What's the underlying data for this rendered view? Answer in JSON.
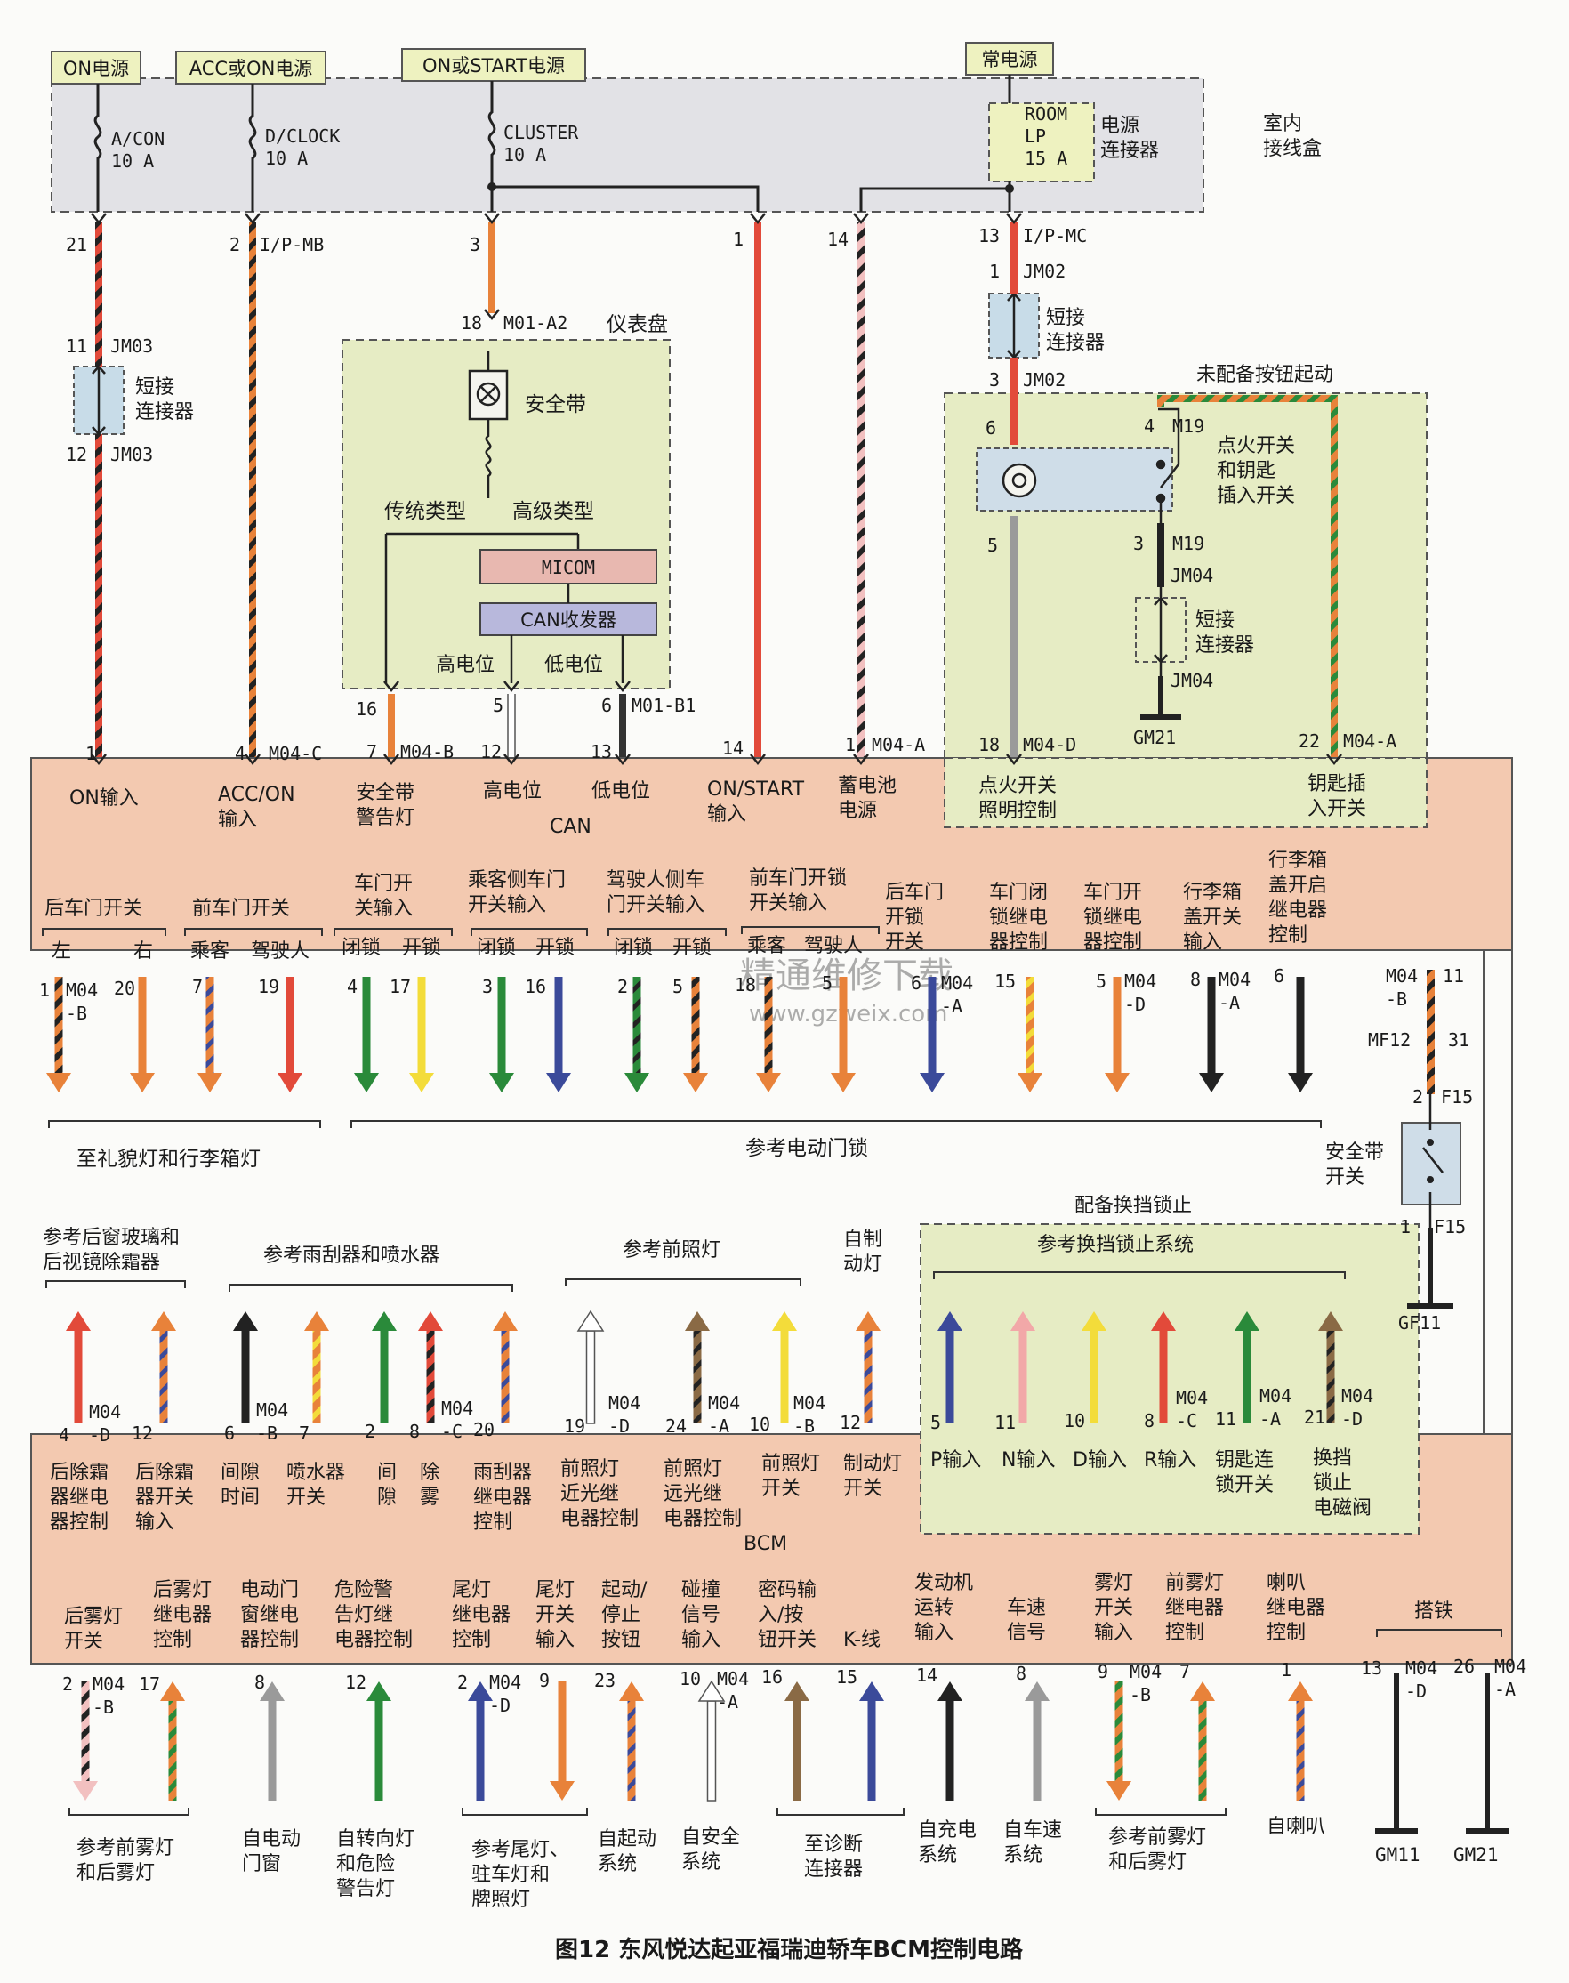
{
  "top_labels": {
    "on_power": "ON电源",
    "acc_on_power": "ACC或ON电源",
    "on_start_power": "ON或START电源",
    "constant_power": "常电源"
  },
  "fuses": {
    "acon": [
      "A/CON",
      "10 A"
    ],
    "dclock": [
      "D/CLOCK",
      "10 A"
    ],
    "cluster": [
      "CLUSTER",
      "10 A"
    ],
    "room": [
      "ROOM",
      "LP",
      "15 A"
    ]
  },
  "junction_box": {
    "connector_label": [
      "电源",
      "连接器"
    ],
    "box_label": [
      "室内",
      "接线盒"
    ]
  },
  "pin_labels": {
    "p21": "21",
    "p2": "2",
    "ipmb": "I/P-MB",
    "p3": "3",
    "p1": "1",
    "p14": "14",
    "p13": "13",
    "ipmc": "I/P-MC",
    "p11": "11",
    "jm03a": "JM03",
    "p12": "12",
    "jm03b": "JM03",
    "p18": "18",
    "m01a2": "M01-A2",
    "jm02p1": "1",
    "jm02a": "JM02",
    "jm02p3": "3",
    "jm02b": "JM02",
    "m19p4": "4",
    "m19a": "M19",
    "m19p3": "3",
    "m19b": "M19",
    "m19p6": "6",
    "m19p5": "5",
    "jm04a": "JM04",
    "jm04b": "JM04",
    "gm21": "GM21",
    "p16": "16",
    "p5": "5",
    "p6": "6",
    "m01b1": "M01-B1",
    "b1": "1",
    "b4": "4",
    "m04c": "M04-C",
    "b7": "7",
    "m04b": "M04-B",
    "b12": "12",
    "b13": "13",
    "b14": "14",
    "b1b": "1",
    "m04a": "M04-A",
    "b18": "18",
    "m04d": "M04-D",
    "b22": "22",
    "m04a2": "M04-A"
  },
  "cluster": {
    "title": "仪表盘",
    "seatbelt": "安全带",
    "traditional": "传统类型",
    "advanced": "高级类型",
    "micom": "MICOM",
    "can_transceiver": "CAN收发器",
    "high": "高电位",
    "low": "低电位"
  },
  "short_connector": [
    "短接",
    "连接器"
  ],
  "ignition": {
    "no_button_start": "未配备按钮起动",
    "switch_label": [
      "点火开关",
      "和钥匙",
      "插入开关"
    ]
  },
  "bcm_top_inputs": [
    [
      "ON输入"
    ],
    [
      "ACC/ON",
      "输入"
    ],
    [
      "安全带",
      "警告灯"
    ],
    [
      "高电位",
      "低电位",
      "CAN"
    ],
    [
      "ON/START",
      "输入"
    ],
    [
      "蓄电池",
      "电源"
    ],
    [
      "点火开关",
      "照明控制"
    ],
    [
      "钥匙插",
      "入开关"
    ]
  ],
  "door_row": {
    "rear_door": "后车门开关",
    "left": "左",
    "right": "右",
    "front_door": "前车门开关",
    "passenger": "乘客",
    "driver": "驾驶人",
    "door_switch_input": [
      "车门开",
      "关输入"
    ],
    "lock": "闭锁",
    "unlock": "开锁",
    "pass_door": [
      "乘客侧车门",
      "开关输入"
    ],
    "driver_door": [
      "驾驶人侧车",
      "门开关输入"
    ],
    "front_lock": [
      "前车门开锁",
      "开关输入"
    ],
    "rear_unlock": [
      "后车门",
      "开锁",
      "开关"
    ],
    "lock_relay": [
      "车门闭",
      "锁继电",
      "器控制"
    ],
    "unlock_relay": [
      "车门开",
      "锁继电",
      "器控制"
    ],
    "trunk_sw": [
      "行李箱",
      "盖开关",
      "输入"
    ],
    "trunk_relay": [
      "行李箱",
      "盖开启",
      "继电器",
      "控制"
    ]
  },
  "row2_pins": {
    "a1": "1",
    "am04b": "M04",
    "am04b2": "-B",
    "a20": "20",
    "a7": "7",
    "a19": "19",
    "a4": "4",
    "a17": "17",
    "a3": "3",
    "a16": "16",
    "a2": "2",
    "a5": "5",
    "a18": "18",
    "a5b": "5",
    "a6": "6",
    "am04a": "M04",
    "am04a2": "-A",
    "a15": "15",
    "a5c": "5",
    "am04d": "M04",
    "am04d2": "-D",
    "a8": "8",
    "am04a3": "M04",
    "am04a4": "-A",
    "a6b": "6",
    "am04b3": "M04",
    "am04b4": "-B",
    "a11": "11",
    "mf12": "MF12",
    "a31": "31",
    "a2b": "2",
    "f15": "F15",
    "a1b": "1",
    "f15b": "F15",
    "gf11": "GF11"
  },
  "seatbelt_switch": [
    "安全带",
    "开关"
  ],
  "ref_interior": "至礼貌灯和行李箱灯",
  "ref_door_lock": "参考电动门锁",
  "watermark": [
    "精通维修下载",
    "www.gzweix.com"
  ],
  "mid_refs": {
    "defrost": [
      "参考后窗玻璃和",
      "后视镜除霜器"
    ],
    "wiper": "参考雨刮器和喷水器",
    "headlamp": "参考前照灯",
    "auto_light": [
      "自制",
      "动灯"
    ],
    "shift_lock_opt": "配备换挡锁止",
    "shift_lock_ref": "参考换挡锁止系统"
  },
  "row3_pins": {
    "c4": "4",
    "cm04d": "M04",
    "cm04d2": "-D",
    "c12": "12",
    "c6": "6",
    "cm04b": "M04",
    "cm04b2": "-B",
    "c7": "7",
    "c2": "2",
    "c8": "8",
    "cm04c": "M04",
    "cm04c2": "-C",
    "c20": "20",
    "c19": "19",
    "cm04d3": "M04",
    "cm04d4": "-D",
    "c24": "24",
    "cm04a": "M04",
    "cm04a2": "-A",
    "c10": "10",
    "cm04b3": "M04",
    "cm04b4": "-B",
    "c12b": "12",
    "c5": "5",
    "c11": "11",
    "c10b": "10",
    "c8b": "8",
    "cm04c3": "M04",
    "cm04c4": "-C",
    "c11b": "11",
    "cm04a3": "M04",
    "cm04a4": "-A",
    "c21": "21",
    "cm04d5": "M04",
    "cm04d6": "-D"
  },
  "bcm_mid_labels": [
    [
      "后除霜",
      "器继电",
      "器控制"
    ],
    [
      "后除霜",
      "器开关",
      "输入"
    ],
    [
      "间隙",
      "时间"
    ],
    [
      "喷水器",
      "开关"
    ],
    [
      "间",
      "隙"
    ],
    [
      "除",
      "雾"
    ],
    [
      "雨刮器",
      "继电器",
      "控制"
    ],
    [
      "前照灯",
      "近光继",
      "电器控制"
    ],
    [
      "前照灯",
      "远光继",
      "电器控制"
    ],
    [
      "前照灯",
      "开关"
    ],
    [
      "制动灯",
      "开关"
    ],
    [
      "P输入"
    ],
    [
      "N输入"
    ],
    [
      "D输入"
    ],
    [
      "R输入"
    ],
    [
      "钥匙连",
      "锁开关"
    ],
    [
      "换挡",
      "锁止",
      "电磁阀"
    ]
  ],
  "bcm_label": "BCM",
  "bcm_bottom_labels": [
    [
      "后雾灯",
      "开关"
    ],
    [
      "后雾灯",
      "继电器",
      "控制"
    ],
    [
      "电动门",
      "窗继电",
      "器控制"
    ],
    [
      "危险警",
      "告灯继",
      "电器控制"
    ],
    [
      "尾灯",
      "继电器",
      "控制"
    ],
    [
      "尾灯",
      "开关",
      "输入"
    ],
    [
      "起动/",
      "停止",
      "按钮"
    ],
    [
      "碰撞",
      "信号",
      "输入"
    ],
    [
      "密码输",
      "入/按",
      "钮开关"
    ],
    [
      "K-线"
    ],
    [
      "发动机",
      "运转",
      "输入"
    ],
    [
      "车速",
      "信号"
    ],
    [
      "雾灯",
      "开关",
      "输入"
    ],
    [
      "前雾灯",
      "继电器",
      "控制"
    ],
    [
      "喇叭",
      "继电器",
      "控制"
    ]
  ],
  "ground_label": "搭铁",
  "row4_pins": {
    "d2": "2",
    "dm04b": "M04",
    "dm04b2": "-B",
    "d17": "17",
    "d8": "8",
    "d12": "12",
    "d2b": "2",
    "dm04d": "M04",
    "dm04d2": "-D",
    "d9": "9",
    "d23": "23",
    "d10": "10",
    "dm04a": "M04",
    "dm04a2": "-A",
    "d16": "16",
    "d15": "15",
    "d14": "14",
    "d8b": "8",
    "d9b": "9",
    "dm04b3": "M04",
    "dm04b4": "-B",
    "d7": "7",
    "d1": "1",
    "d13": "13",
    "dm04d3": "M04",
    "dm04d4": "-D",
    "d26": "26",
    "dm04a3": "M04",
    "dm04a4": "-A"
  },
  "bottom_refs": [
    [
      "参考前雾灯",
      "和后雾灯"
    ],
    [
      "自电动",
      "门窗"
    ],
    [
      "自转向灯",
      "和危险",
      "警告灯"
    ],
    [
      "参考尾灯、",
      "驻车灯和",
      "牌照灯"
    ],
    [
      "自起动",
      "系统"
    ],
    [
      "自安全",
      "系统"
    ],
    [
      "至诊断",
      "连接器"
    ],
    [
      "自充电",
      "系统"
    ],
    [
      "自车速",
      "系统"
    ],
    [
      "参考前雾灯",
      "和后雾灯"
    ],
    [
      "自喇叭"
    ],
    [
      "GM11"
    ],
    [
      "GM21"
    ]
  ],
  "caption": "图12  东风悦达起亚福瑞迪轿车BCM控制电路"
}
